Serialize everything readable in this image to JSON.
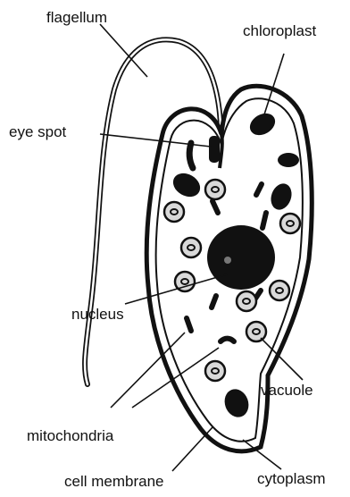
{
  "labels": {
    "flagellum": "flagellum",
    "chloroplast": "chloroplast",
    "eye_spot": "eye spot",
    "nucleus": "nucleus",
    "vacuole": "vacuole",
    "mitochondria": "mitochondria",
    "cell_membrane": "cell membrane",
    "cytoplasm": "cytoplasm"
  },
  "colors": {
    "ink": "#111111",
    "background": "#ffffff",
    "vacuole_fill": "#d9d9d9"
  }
}
